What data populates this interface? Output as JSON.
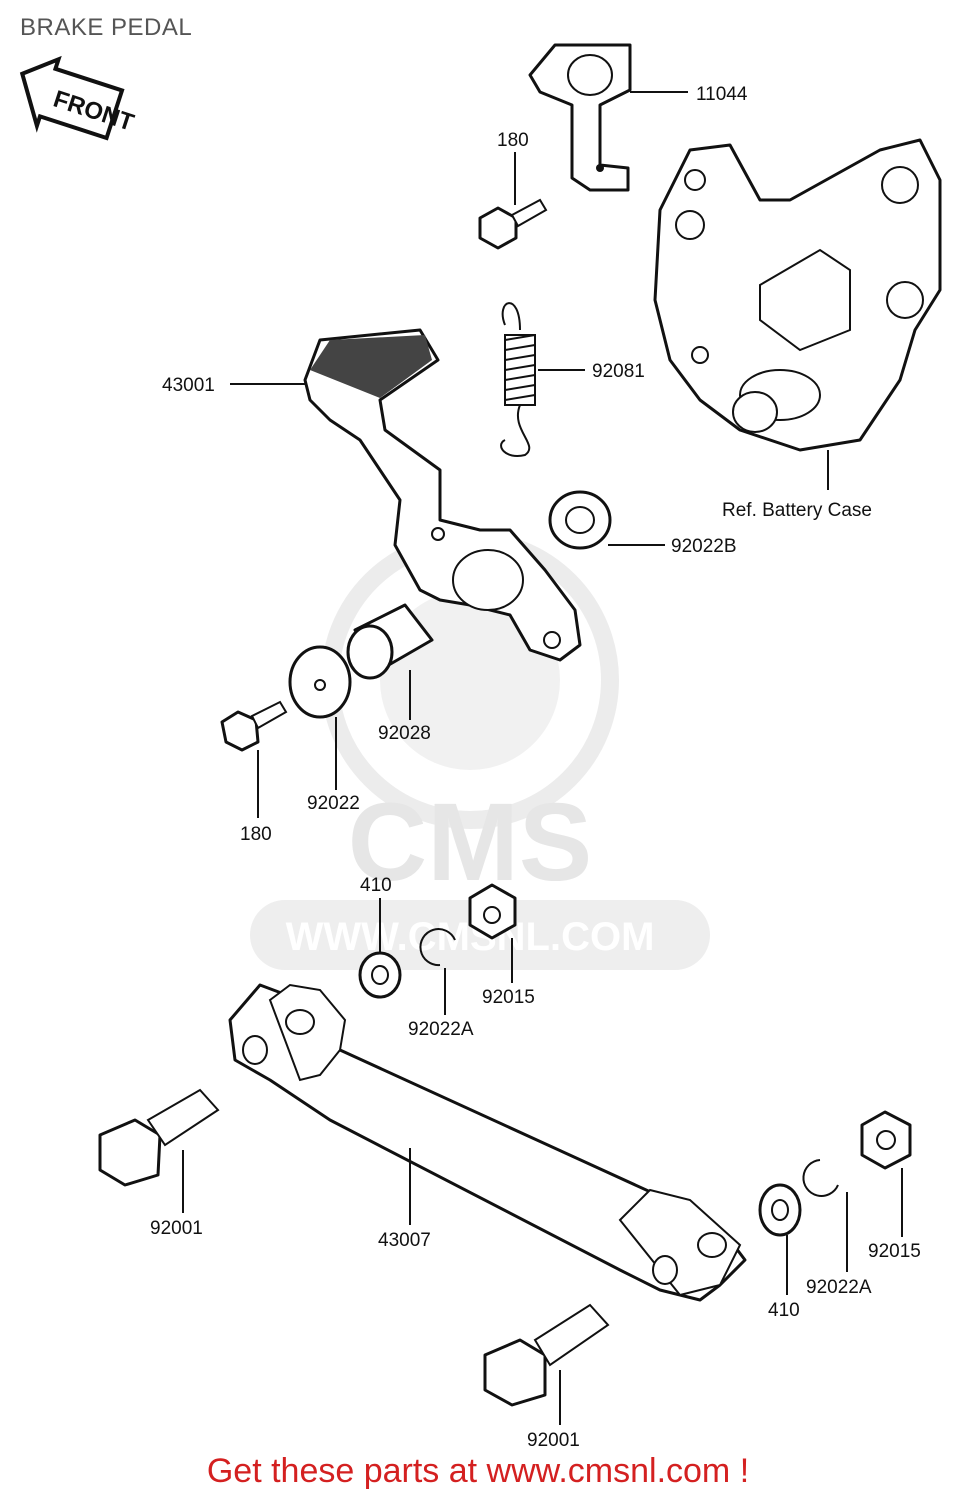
{
  "page": {
    "title": "BRAKE PEDAL",
    "front_label": "FRONT",
    "footer_link": "Get these parts at www.cmsnl.com !"
  },
  "watermark": {
    "brand": "CMS",
    "url": "WWW.CMSNL.COM"
  },
  "callouts": {
    "p11044": "11044",
    "p180_top": "180",
    "p92081": "92081",
    "p43001": "43001",
    "ref_battery_case": "Ref. Battery Case",
    "p92022B": "92022B",
    "p92028": "92028",
    "p92022": "92022",
    "p180_bottom": "180",
    "p410_left": "410",
    "p92022A_left": "92022A",
    "p92015_left": "92015",
    "p92001_left": "92001",
    "p43007": "43007",
    "p410_right": "410",
    "p92022A_right": "92022A",
    "p92015_right": "92015",
    "p92001_bottom": "92001"
  },
  "colors": {
    "footer_text": "#d42020",
    "watermark": "#e6e6e6",
    "line_art": "#111111"
  }
}
